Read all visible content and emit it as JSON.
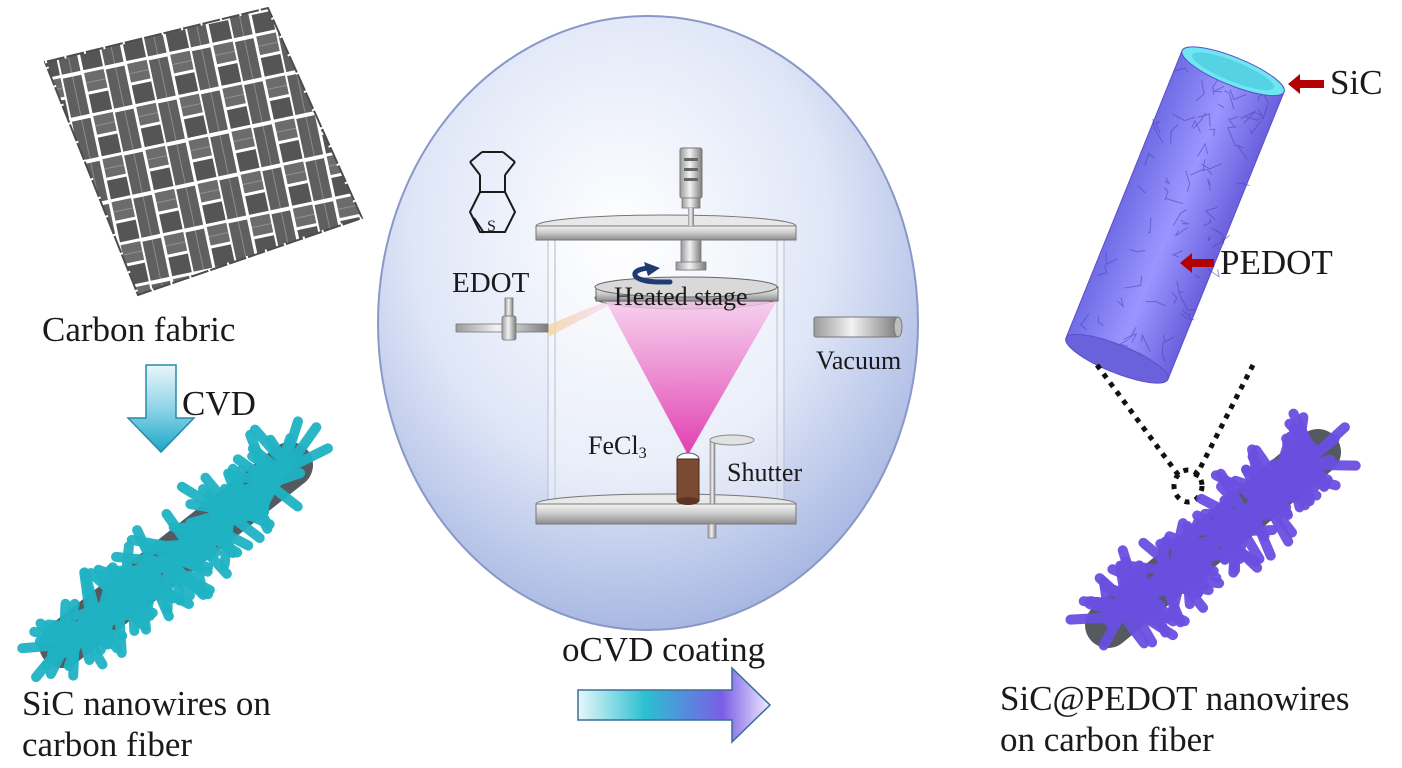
{
  "labels": {
    "carbon_fabric": "Carbon fabric",
    "cvd": "CVD",
    "sic_nanowires_line1": "SiC nanowires on",
    "sic_nanowires_line2": "carbon fiber",
    "edot": "EDOT",
    "edot_sulfur": "S",
    "heated_stage": "Heated stage",
    "vacuum": "Vacuum",
    "fecl_base": "FeCl",
    "fecl_sub": "3",
    "shutter": "Shutter",
    "ocvd_coating": "oCVD coating",
    "sic": "SiC",
    "pedot": "PEDOT",
    "result_line1": "SiC@PEDOT nanowires",
    "result_line2": "on carbon fiber"
  },
  "colors": {
    "fabric": "#5f5f5f",
    "sic_wire": "#1fb3c4",
    "pedot_wire": "#6a4fe0",
    "fiber_core": "#555a60",
    "pointer_arrow": "#b30000",
    "sic_cap": "#5fe8f0",
    "plasma": "#e23ab8"
  },
  "icons": {
    "down_arrow": "gradient-down-arrow-icon",
    "right_arrow": "gradient-right-arrow-icon"
  }
}
